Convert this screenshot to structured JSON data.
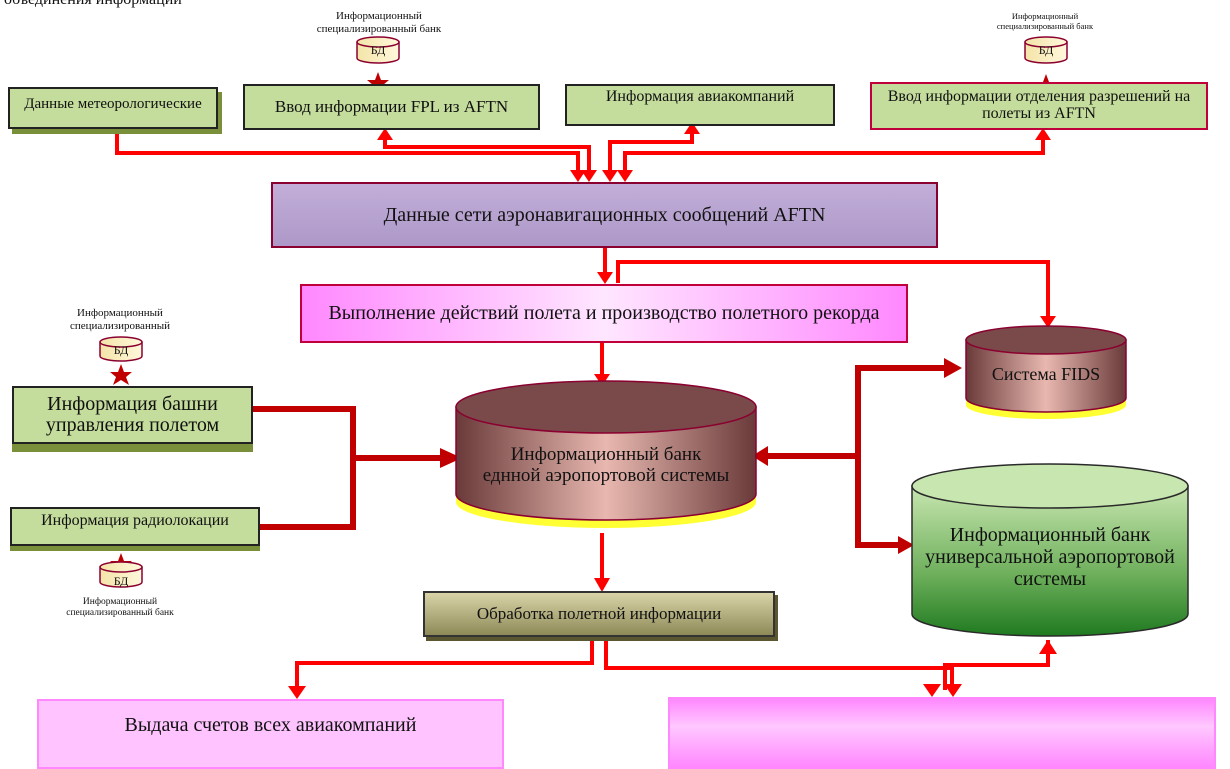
{
  "header_fragment": "объединения информации",
  "db": {
    "label": "БД",
    "caption_short": "Информационный специализированный",
    "caption_full": "Информационный специализированный банк"
  },
  "nodes": {
    "meteo": "Данные метеорологические",
    "fpl": "Ввод информации FPL из AFTN",
    "airlines_info": "Информация авиакомпаний",
    "permits": "Ввод информации отделения разрешений на полеты из AFTN",
    "aftn": "Данные сети аэронавигационных сообщений AFTN",
    "flight_actions": "Выполнение действий полета и производство полетного рекорда",
    "fids": "Система FIDS",
    "tower": "Информация башни управления полетом",
    "radar": "Информация радиолокации",
    "central_bank": "Информационный банк еднной аэропортовой системы",
    "universal_bank": "Информационный банк универсальной аэропортовой системы",
    "processing": "Обработка полетной информации",
    "billing": "Выдача счетов всех авиакомпаний",
    "bottom_right": ""
  },
  "colors": {
    "arrow": "#ff0000",
    "thick_arrow": "#c00000",
    "input_box": "#c4dc9c",
    "aftn_box": "#b8a4d0",
    "pink_box": "#ff88ff",
    "universal_bank": "#1f7a1f"
  }
}
